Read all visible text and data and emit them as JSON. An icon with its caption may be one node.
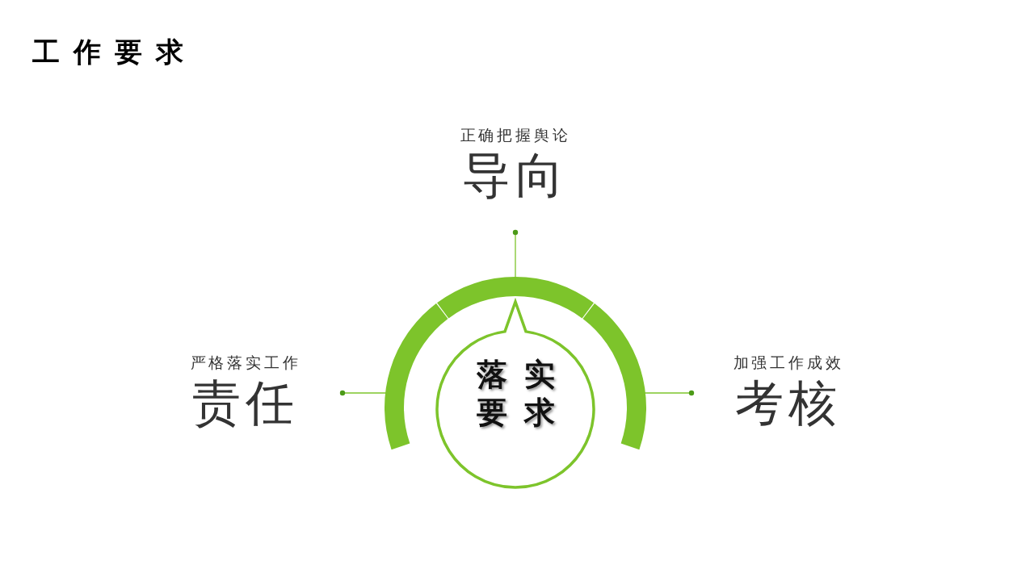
{
  "diagram": {
    "title": "工作要求",
    "nodes": [
      {
        "text": [
          "正确把握舆论",
          "导向"
        ]
      },
      {
        "text": [
          "严格落实工作",
          "责任"
        ]
      },
      {
        "text": [
          "加强工作成效",
          "考核"
        ]
      },
      {
        "text": [],
        "shape": "arc"
      },
      {
        "text": [],
        "shape": "arc"
      },
      {
        "text": [],
        "shape": "arc"
      },
      {
        "text": [
          "落实要求"
        ]
      }
    ],
    "edges": [
      {
        "from": 0,
        "to": 4,
        "arrow": "other"
      },
      {
        "from": 1,
        "to": 3,
        "arrow": "other"
      },
      {
        "from": 2,
        "to": 5,
        "arrow": "other"
      }
    ]
  }
}
